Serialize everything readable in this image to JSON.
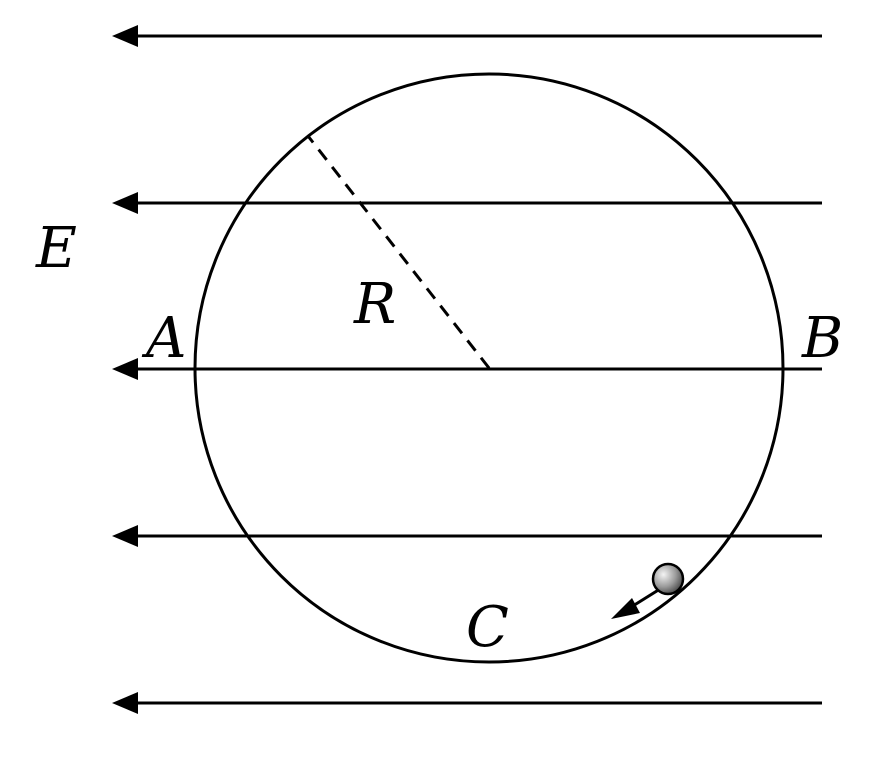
{
  "diagram": {
    "labels": {
      "field": "E",
      "radius": "R",
      "point_a": "A",
      "point_b": "B",
      "point_c": "C"
    },
    "field_direction": "left",
    "field_line_count": 5,
    "colors": {
      "stroke": "#000000",
      "ball_light": "#f4f4f4",
      "ball_mid": "#9a9a9a",
      "ball_dark": "#3a3a3a",
      "background": "#ffffff"
    }
  }
}
